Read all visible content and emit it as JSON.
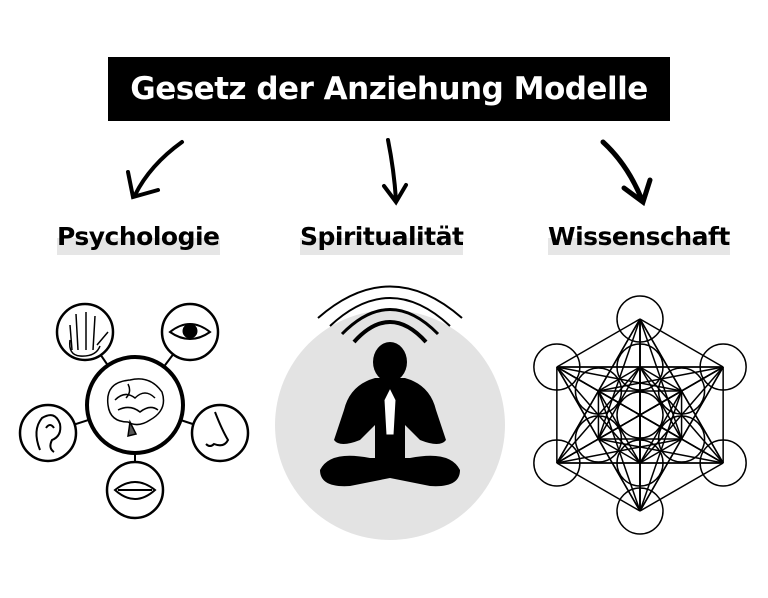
{
  "title": "Gesetz der Anziehung Modelle",
  "categories": [
    {
      "label": "Psychologie",
      "icon": "senses-brain-icon"
    },
    {
      "label": "Spiritualität",
      "icon": "meditation-icon"
    },
    {
      "label": "Wissenschaft",
      "icon": "metatrons-cube-icon"
    }
  ],
  "colors": {
    "title_bg": "#000000",
    "highlight": "#e6e6e6",
    "meditation_bg": "#e3e3e3"
  }
}
